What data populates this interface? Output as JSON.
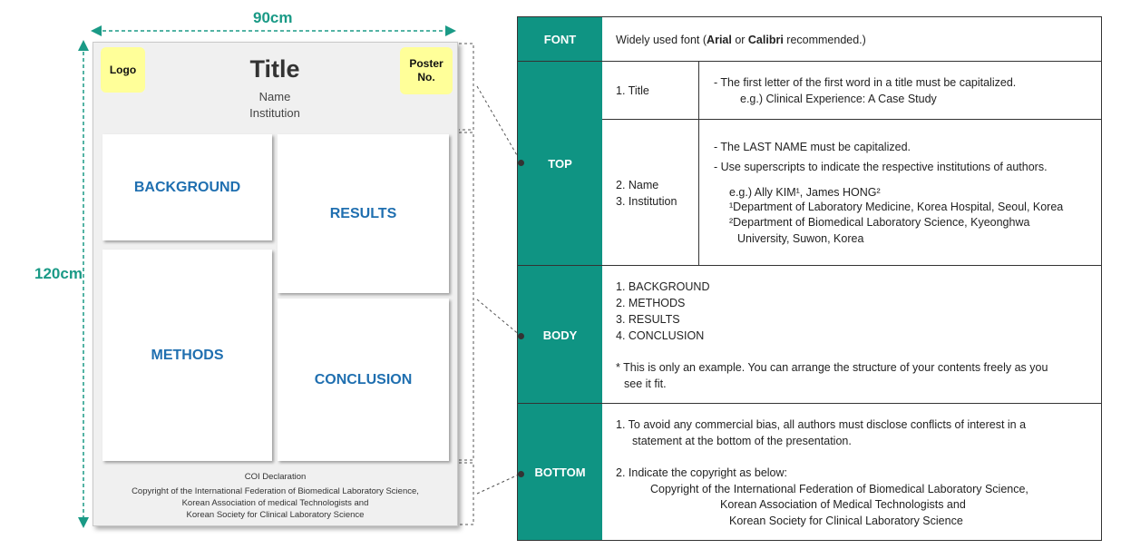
{
  "dimensions": {
    "width_label": "90cm",
    "height_label": "120cm"
  },
  "poster": {
    "logo": "Logo",
    "poster_no_line1": "Poster",
    "poster_no_line2": "No.",
    "title": "Title",
    "name": "Name",
    "institution": "Institution",
    "sections": {
      "background": "BACKGROUND",
      "results": "RESULTS",
      "methods": "METHODS",
      "conclusion": "CONCLUSION"
    },
    "footer": {
      "coi": "COI Declaration",
      "line1": "Copyright of the  International Federation of Biomedical Laboratory Science,",
      "line2": "Korean Association of medical Technologists and",
      "line3": "Korean Society for Clinical Laboratory Science"
    }
  },
  "guide": {
    "font": {
      "label": "FONT",
      "text_pre": "Widely used font (",
      "arial": "Arial",
      "or": " or ",
      "calibri": "Calibri",
      "text_post": " recommended.)"
    },
    "top": {
      "label": "TOP",
      "title_item": "1. Title",
      "title_rule": "-    The first letter of the first word in a title must be capitalized.",
      "title_example": "e.g.) Clinical Experience: A Case Study",
      "name_item": "2. Name",
      "institution_item": "3. Institution",
      "name_rule1": "-    The LAST NAME must be capitalized.",
      "name_rule2": "-    Use superscripts to indicate the respective institutions of authors.",
      "example_authors": "e.g.) Ally KIM¹, James HONG²",
      "example_affil1": "¹Department of Laboratory Medicine, Korea Hospital, Seoul, Korea",
      "example_affil2": "²Department of Biomedical Laboratory Science, Kyeonghwa",
      "example_affil2b": "University, Suwon, Korea"
    },
    "body": {
      "label": "BODY",
      "items": [
        "1. BACKGROUND",
        "2. METHODS",
        "3. RESULTS",
        "4. CONCLUSION"
      ],
      "note1": "* This is only an example. You can arrange the structure of your contents freely as you",
      "note2": "see it fit."
    },
    "bottom": {
      "label": "BOTTOM",
      "rule1a": "1. To avoid any commercial bias, all authors must disclose conflicts of interest in a",
      "rule1b": "statement at the bottom of the presentation.",
      "rule2": "2. Indicate the copyright as below:",
      "copy1": "Copyright of the International Federation of Biomedical Laboratory Science,",
      "copy2": "Korean Association of Medical Technologists and",
      "copy3": "Korean Society for Clinical Laboratory Science"
    }
  },
  "colors": {
    "accent": "#0f9483",
    "section_text": "#1f6fb0",
    "sticky": "#ffff99"
  }
}
